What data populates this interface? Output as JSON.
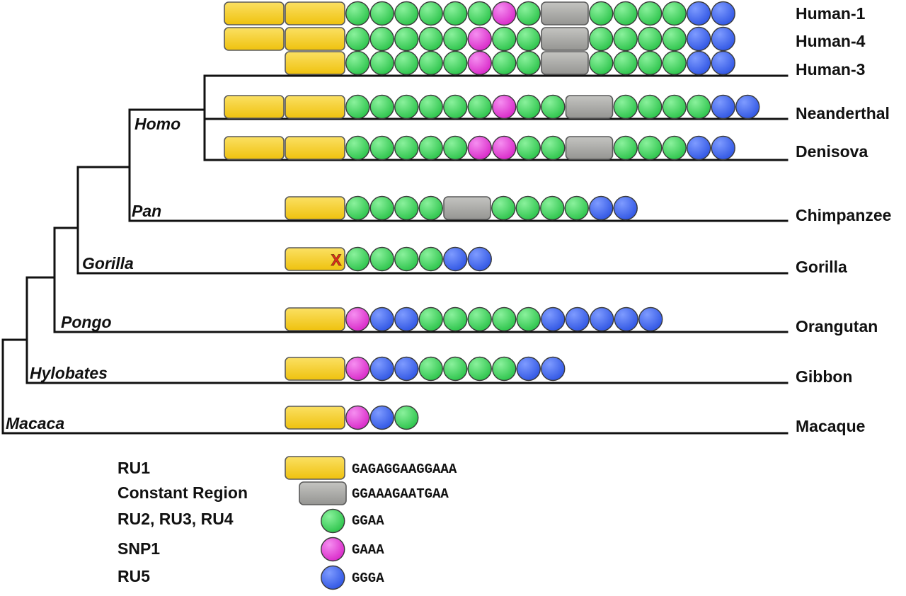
{
  "colors": {
    "RU1": "#f5cc1c",
    "CONST": "#a3a3a0",
    "G": "#39d65a",
    "P": "#e83cd8",
    "B": "#3b63f0",
    "mark": "#e82020",
    "mark_outline": "#8a4a10"
  },
  "taxa": [
    {
      "label": "Human-1",
      "units": [
        "RU1",
        "RU1",
        "G",
        "G",
        "G",
        "G",
        "G",
        "G",
        "P",
        "G",
        "CONST",
        "G",
        "G",
        "G",
        "G",
        "B",
        "B"
      ]
    },
    {
      "label": "Human-4",
      "units": [
        "RU1",
        "RU1",
        "G",
        "G",
        "G",
        "G",
        "G",
        "P",
        "G",
        "G",
        "CONST",
        "G",
        "G",
        "G",
        "G",
        "B",
        "B"
      ]
    },
    {
      "label": "Human-3",
      "units": [
        "RU1",
        "G",
        "G",
        "G",
        "G",
        "G",
        "P",
        "G",
        "G",
        "CONST",
        "G",
        "G",
        "G",
        "G",
        "B",
        "B"
      ]
    },
    {
      "label": "Neanderthal",
      "units": [
        "RU1",
        "RU1",
        "G",
        "G",
        "G",
        "G",
        "G",
        "G",
        "P",
        "G",
        "G",
        "CONST",
        "G",
        "G",
        "G",
        "G",
        "B",
        "B"
      ]
    },
    {
      "label": "Denisova",
      "units": [
        "RU1",
        "RU1",
        "G",
        "G",
        "G",
        "G",
        "G",
        "P",
        "P",
        "G",
        "G",
        "CONST",
        "G",
        "G",
        "G",
        "B",
        "B"
      ]
    },
    {
      "label": "Chimpanzee",
      "units": [
        "RU1",
        "G",
        "G",
        "G",
        "G",
        "CONST",
        "G",
        "G",
        "G",
        "G",
        "B",
        "B"
      ]
    },
    {
      "label": "Gorilla",
      "units": [
        "RU1",
        "G",
        "G",
        "G",
        "G",
        "B",
        "B"
      ],
      "mark": "X"
    },
    {
      "label": "Orangutan",
      "units": [
        "RU1",
        "P",
        "B",
        "B",
        "G",
        "G",
        "G",
        "G",
        "G",
        "B",
        "B",
        "B",
        "B",
        "B"
      ]
    },
    {
      "label": "Gibbon",
      "units": [
        "RU1",
        "P",
        "B",
        "B",
        "G",
        "G",
        "G",
        "G",
        "B",
        "B"
      ]
    },
    {
      "label": "Macaque",
      "units": [
        "RU1",
        "P",
        "B",
        "G"
      ]
    }
  ],
  "clades": [
    "Homo",
    "Pan",
    "Gorilla",
    "Pongo",
    "Hylobates",
    "Macaca"
  ],
  "legend": [
    {
      "label": "RU1",
      "unit": "RU1",
      "seq": "GAGAGGAAGGAAA"
    },
    {
      "label": "Constant Region",
      "unit": "CONST",
      "seq": "GGAAAGAATGAA"
    },
    {
      "label": "RU2, RU3, RU4",
      "unit": "G",
      "seq": "GGAA"
    },
    {
      "label": "SNP1",
      "unit": "P",
      "seq": "GAAA"
    },
    {
      "label": "RU5",
      "unit": "B",
      "seq": "GGGA"
    }
  ]
}
